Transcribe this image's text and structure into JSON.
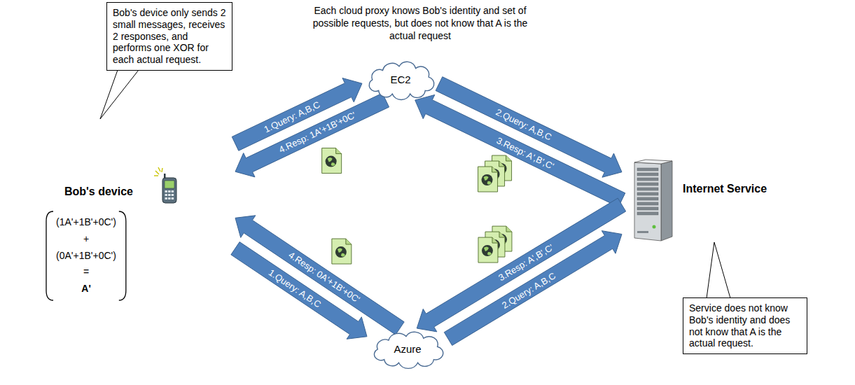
{
  "diagram": {
    "nodes": [
      {
        "text": [
          "Bob's device only sends 2 small messages, receives 2 responses, and performs one XOR for each actual request."
        ]
      },
      {
        "text": [
          "Bob's device"
        ]
      },
      {
        "text": [
          "(1A'+1B'+0C')",
          "+",
          "(0A'+1B'+0C')",
          "=",
          "A'"
        ]
      },
      {
        "text": [
          "EC2"
        ]
      },
      {
        "text": [
          "Azure"
        ]
      },
      {
        "text": [
          "Internet Service"
        ]
      },
      {
        "text": [
          "Service does not know Bob's identity and does not know that A is the actual request."
        ]
      }
    ],
    "edges": [
      {
        "from": 1,
        "to": 3,
        "label": "1.Query: A,B,C",
        "arrow": "to"
      },
      {
        "from": 3,
        "to": 1,
        "label": "4.Resp: 1A'+1B'+0C'",
        "arrow": "to"
      },
      {
        "from": 3,
        "to": 5,
        "label": "2.Query: A,B,C",
        "arrow": "to"
      },
      {
        "from": 5,
        "to": 3,
        "label": "3.Resp: A',B',C'",
        "arrow": "to"
      },
      {
        "from": 1,
        "to": 4,
        "label": "1.Query: A,B,C",
        "arrow": "to"
      },
      {
        "from": 4,
        "to": 1,
        "label": "4.Resp: 0A'+1B'+0C'",
        "arrow": "to"
      },
      {
        "from": 4,
        "to": 5,
        "label": "2.Query: A,B,C",
        "arrow": "to"
      },
      {
        "from": 5,
        "to": 4,
        "label": "3.Resp: A',B',C'",
        "arrow": "to"
      }
    ],
    "labels": [
      "Each cloud proxy knows Bob's identity and set of possible requests, but does not know that A is the actual request"
    ]
  }
}
